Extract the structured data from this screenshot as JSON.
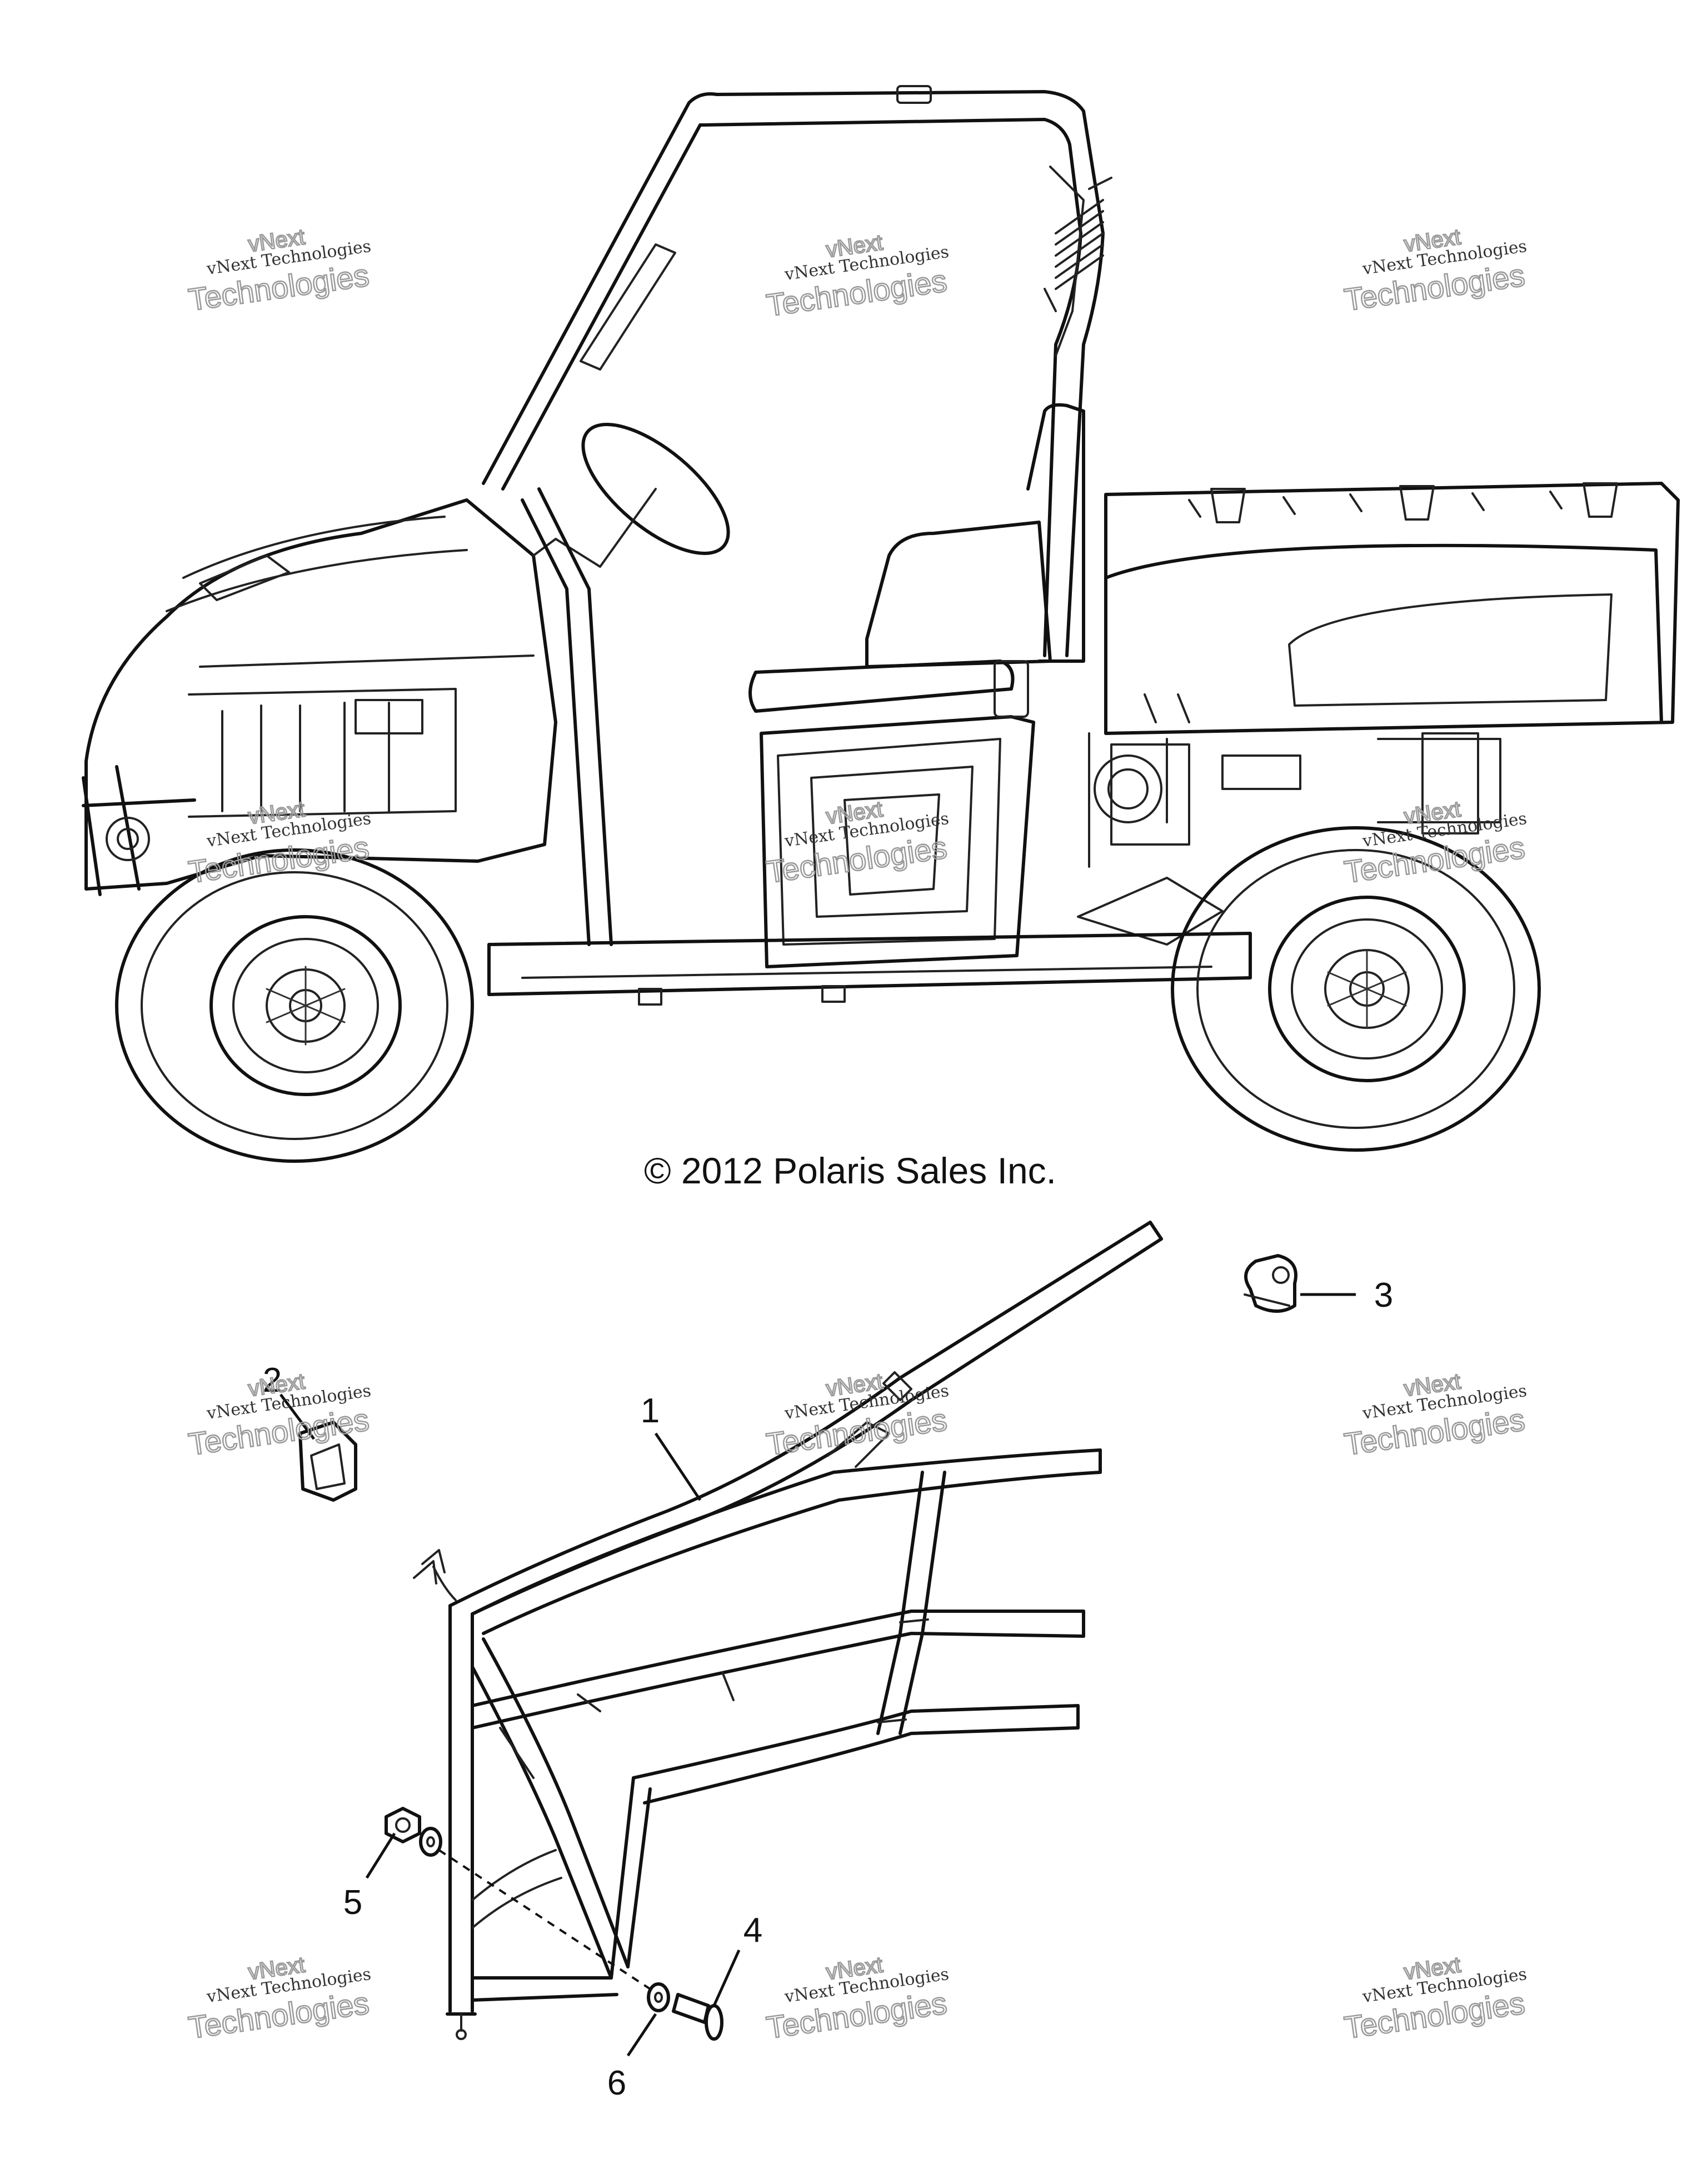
{
  "copyright": "© 2012 Polaris Sales Inc.",
  "watermark": {
    "line1": "vNext",
    "line2": "vNext Technologies",
    "line3": "Technologies",
    "color": "#9a9a9a"
  },
  "callouts": [
    {
      "number": "1",
      "part": "frame-cage"
    },
    {
      "number": "2",
      "part": "clip"
    },
    {
      "number": "3",
      "part": "bracket"
    },
    {
      "number": "4",
      "part": "bolt"
    },
    {
      "number": "5",
      "part": "nut"
    },
    {
      "number": "6",
      "part": "washer"
    }
  ],
  "colors": {
    "line": "#111111",
    "background": "#ffffff"
  }
}
